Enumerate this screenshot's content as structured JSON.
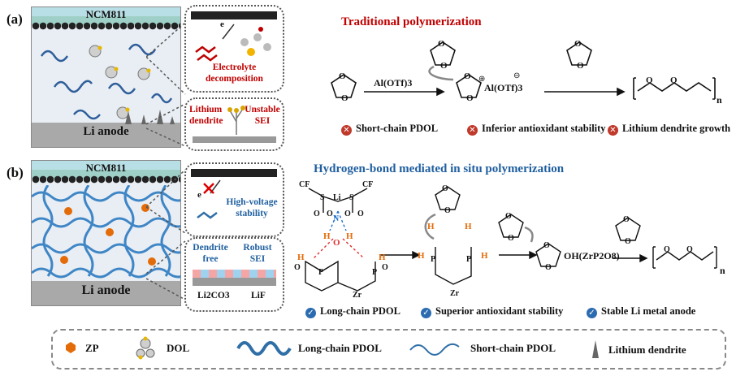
{
  "panel_a": {
    "label": "(a)",
    "cathode": "NCM811",
    "anode": "Li anode",
    "zoom1_caption": "Electrolyte decomposition",
    "zoom1_electron": "e",
    "zoom2_left": "Lithium dendrite",
    "zoom2_right": "Unstable SEI",
    "title": "Traditional polymerization",
    "catalyst": "Al(OTf)3",
    "counter_ion": "Al(OTf)3",
    "subscript_n": "n",
    "drawbacks": [
      "Short-chain PDOL",
      "Inferior antioxidant stability",
      "Lithium dendrite growth"
    ]
  },
  "panel_b": {
    "label": "(b)",
    "cathode": "NCM811",
    "anode": "Li anode",
    "zoom1_caption": "High-voltage stability",
    "zoom1_electron": "e",
    "zoom2_left": "Dendrite free",
    "zoom2_right": "Robust SEI",
    "li2co3": "Li2CO3",
    "lif": "LiF",
    "title": "Hydrogen-bond mediated in situ polymerization",
    "complex_label": "OH(ZrP2O8)",
    "subscript_n": "n",
    "benefits": [
      "Long-chain PDOL",
      "Superior antioxidant stability",
      "Stable Li metal anode"
    ]
  },
  "legend": {
    "items": [
      "ZP",
      "DOL",
      "Long-chain PDOL",
      "Short-chain PDOL",
      "Lithium dendrite"
    ]
  },
  "colors": {
    "traditional": "#c00000",
    "mediated": "#1f5fa0",
    "zp": "#e36c09",
    "polymer": "#2f6fa7"
  }
}
